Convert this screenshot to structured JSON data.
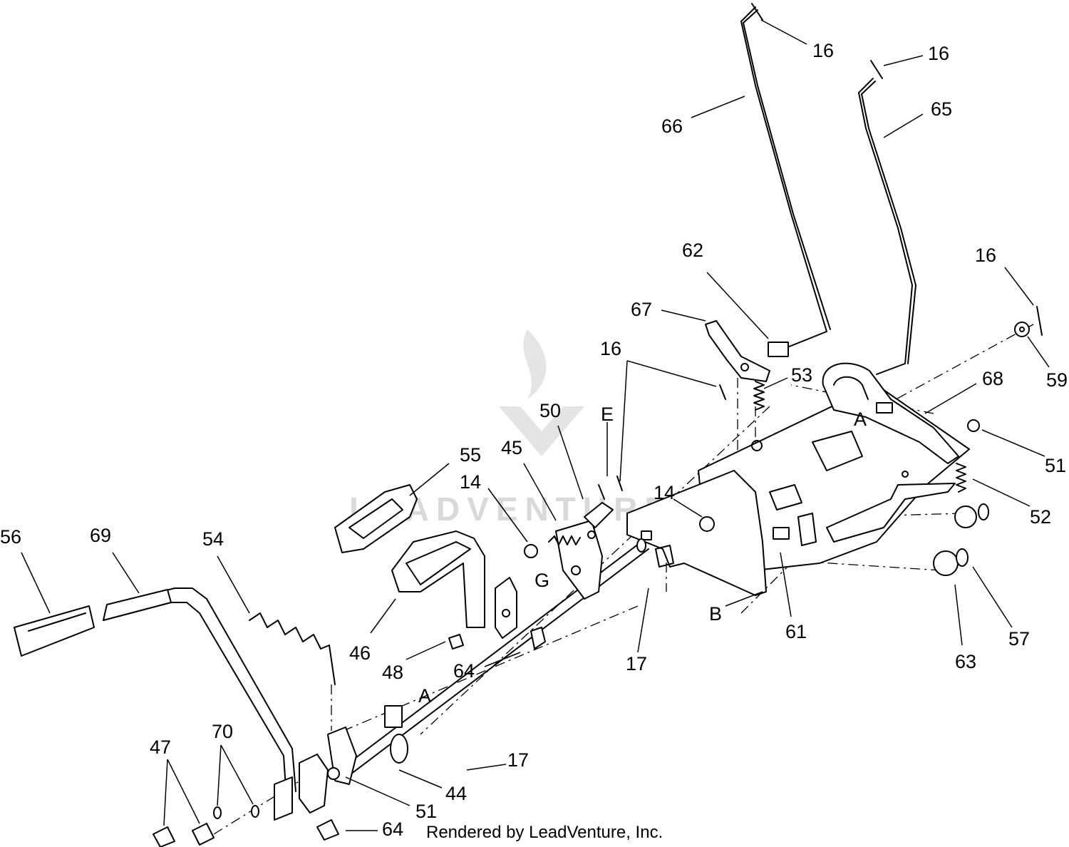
{
  "watermark": "LEADVENTURE",
  "credit": "Rendered by LeadVenture, Inc.",
  "callouts": {
    "c16a": "16",
    "c16b": "16",
    "c16c": "16",
    "c16d": "16",
    "c66": "66",
    "c65": "65",
    "c62": "62",
    "c67": "67",
    "c53": "53",
    "c59": "59",
    "c68": "68",
    "cA1": "A",
    "c51a": "51",
    "c52": "52",
    "cE": "E",
    "c50": "50",
    "c55": "55",
    "c45": "45",
    "c14a": "14",
    "c14b": "14",
    "c56": "56",
    "c69": "69",
    "c54": "54",
    "cG": "G",
    "c46": "46",
    "c48": "48",
    "c64a": "64",
    "c17a": "17",
    "cB": "B",
    "c61": "61",
    "c63": "63",
    "c57": "57",
    "cA2": "A",
    "c70": "70",
    "c47": "47",
    "c17b": "17",
    "c44": "44",
    "c51b": "51",
    "c64b": "64"
  }
}
